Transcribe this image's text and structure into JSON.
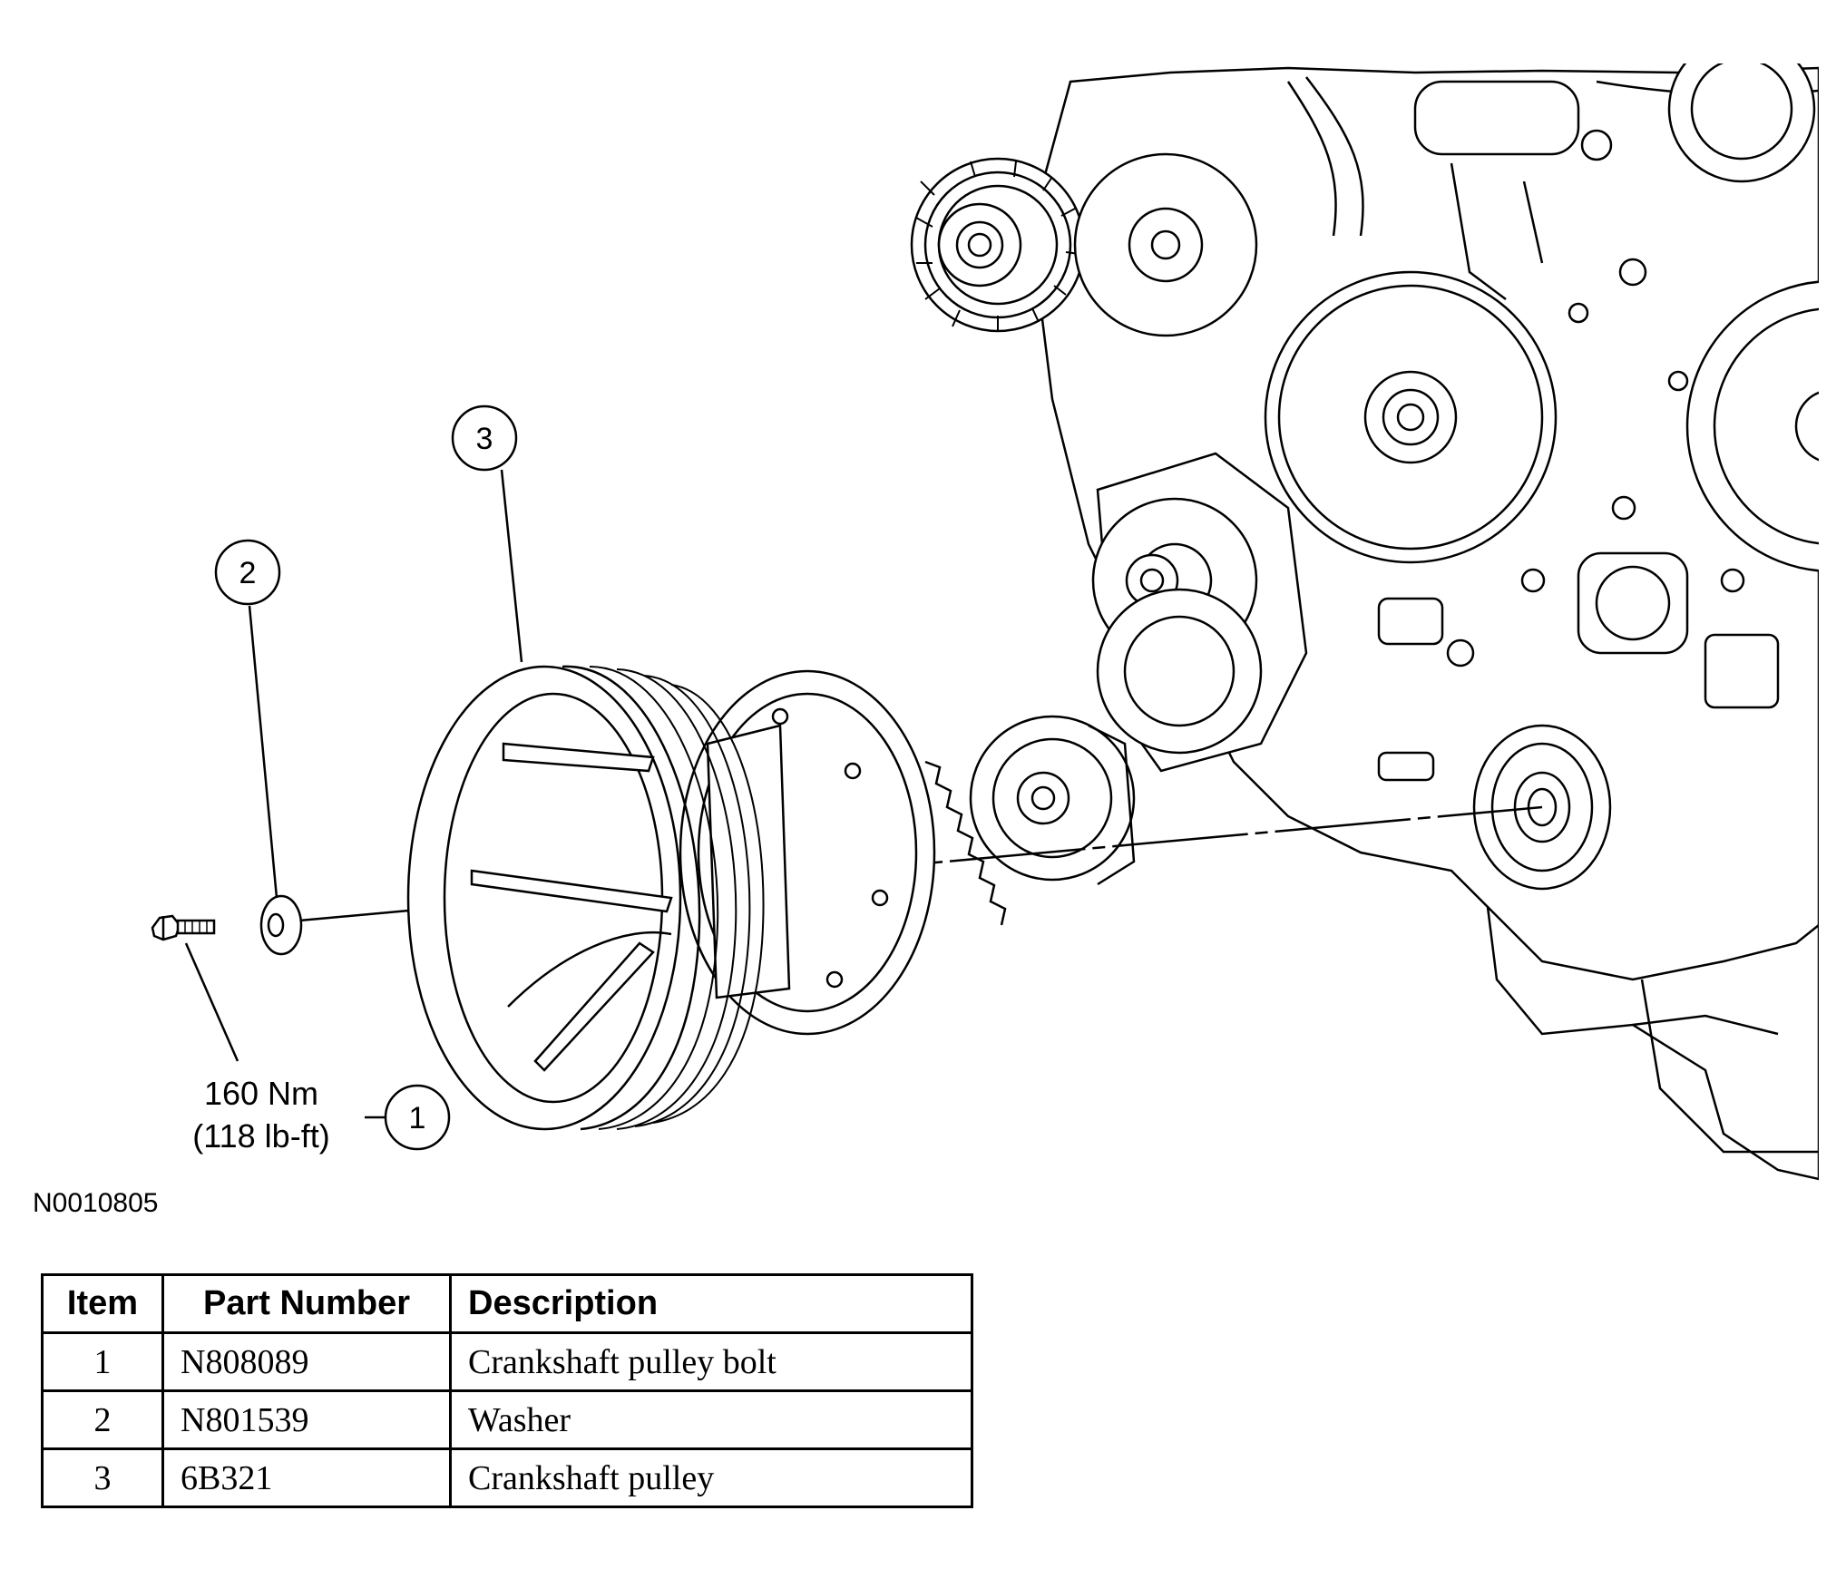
{
  "diagram": {
    "callouts": [
      {
        "number": "1"
      },
      {
        "number": "2"
      },
      {
        "number": "3"
      }
    ],
    "torque": {
      "line1": "160 Nm",
      "line2": "(118 lb-ft)"
    },
    "figure_id": "N0010805"
  },
  "parts_table": {
    "headers": {
      "item": "Item",
      "part_number": "Part Number",
      "description": "Description"
    },
    "rows": [
      {
        "item": "1",
        "part_number": "N808089",
        "description": "Crankshaft pulley bolt"
      },
      {
        "item": "2",
        "part_number": "N801539",
        "description": "Washer"
      },
      {
        "item": "3",
        "part_number": "6B321",
        "description": "Crankshaft pulley"
      }
    ]
  }
}
